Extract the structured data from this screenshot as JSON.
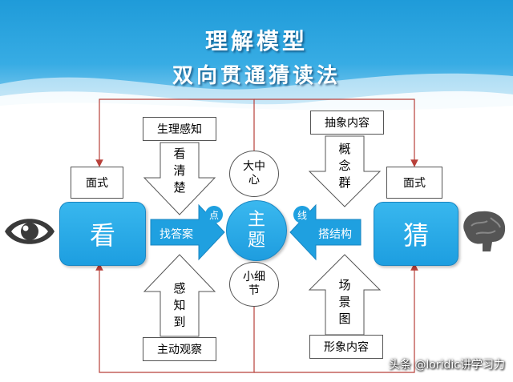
{
  "header": {
    "title": "理解模型",
    "subtitle": "双向贯通猜读法"
  },
  "left": {
    "mode_label": "面式",
    "main": "看",
    "top_box": "生理感知",
    "top_arrow_text": "看\n清\n楚",
    "bottom_box": "主动观察",
    "bottom_arrow_text": "感\n知\n到",
    "side_arrow": "找答案",
    "badge": "点"
  },
  "right": {
    "mode_label": "面式",
    "main": "猜",
    "top_box": "抽象内容",
    "top_arrow_text": "概\n念\n群",
    "bottom_box": "形象内容",
    "bottom_arrow_text": "场\n景\n图",
    "side_arrow": "搭结构",
    "badge": "线"
  },
  "center": {
    "main": "主\n题",
    "top": "大中\n心",
    "bottom": "小细\n节"
  },
  "colors": {
    "blue": "#1fa0e0",
    "connector_red": "#b8403a",
    "header_blue": "#1f9bd9"
  },
  "icons": {
    "left": "eye-icon",
    "right": "brain-icon"
  },
  "watermark": "头条 @loridic讲学习力"
}
